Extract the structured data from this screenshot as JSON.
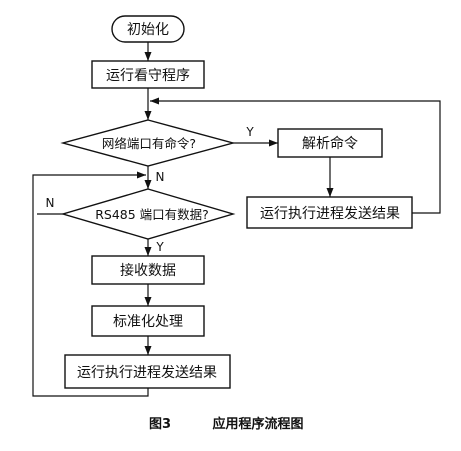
{
  "diagram": {
    "nodes": {
      "start": "初始化",
      "watch": "运行看守程序",
      "net_check": "网络端口有命令?",
      "parse": "解析命令",
      "run_right": "运行执行进程发送结果",
      "rs485_check": "RS485 端口有数据?",
      "receive": "接收数据",
      "normalize": "标准化处理",
      "run_bottom": "运行执行进程发送结果"
    },
    "edge_labels": {
      "net_yes": "Y",
      "net_no": "N",
      "rs485_no": "N",
      "rs485_yes": "Y"
    },
    "caption": {
      "number": "图3",
      "title": "应用程序流程图"
    }
  }
}
